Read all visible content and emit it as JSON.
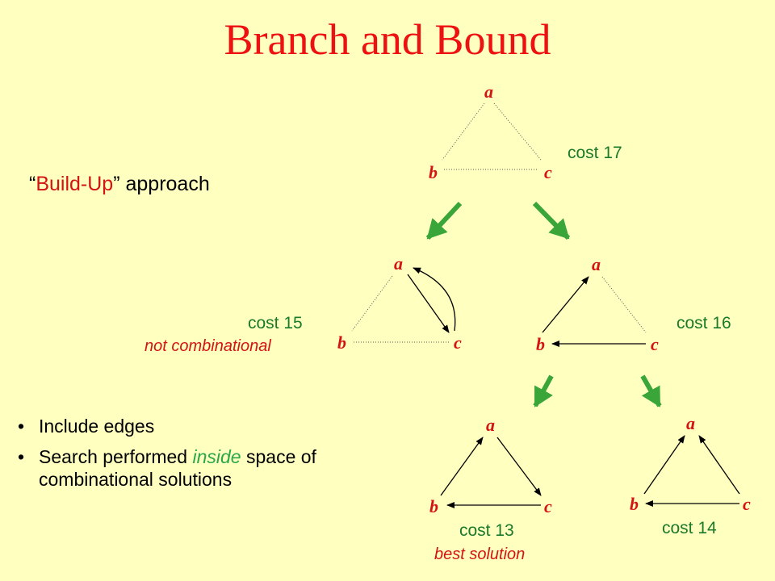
{
  "title": "Branch and Bound",
  "approach": {
    "open_quote": "“",
    "highlight": "Build-Up",
    "close_quote": "”",
    "rest": " approach"
  },
  "bullets": [
    {
      "marker": "•",
      "parts": [
        "Include edges"
      ]
    },
    {
      "marker": "•",
      "parts": [
        "Search performed ",
        "inside",
        " space of  combinational solutions"
      ]
    }
  ],
  "node_labels": {
    "a": "a",
    "b": "b",
    "c": "c"
  },
  "states": {
    "root": {
      "cost": "cost 17"
    },
    "left": {
      "cost": "cost 15",
      "note": "not combinational"
    },
    "right": {
      "cost": "cost 16"
    },
    "rl": {
      "cost": "cost 13",
      "note": "best solution"
    },
    "rr": {
      "cost": "cost 14"
    }
  },
  "colors": {
    "background": "#ffffc0",
    "title": "#ee1111",
    "node_label": "#d41414",
    "cost_text": "#1a7a2a",
    "branch_arrow": "#3aa63a",
    "inside_highlight": "#2aa84a"
  },
  "icons": {
    "branch": "arrow-down-icon"
  }
}
